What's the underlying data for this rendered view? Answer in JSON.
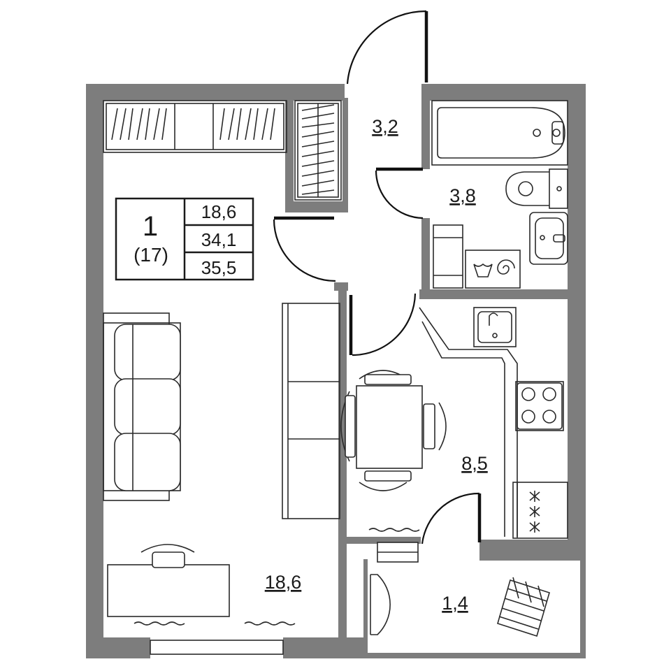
{
  "plan": {
    "summary": {
      "room_count": "1",
      "room_count_sub": "(17)",
      "living_area": "18,6",
      "total_area": "34,1",
      "total_area_with_balcony": "35,5"
    },
    "rooms": [
      {
        "id": "living",
        "area": "18,6"
      },
      {
        "id": "hall",
        "area": "3,2"
      },
      {
        "id": "bathroom",
        "area": "3,8"
      },
      {
        "id": "kitchen",
        "area": "8,5"
      },
      {
        "id": "balcony",
        "area": "1,4"
      }
    ],
    "colors": {
      "wall": "#7d7d7d",
      "line": "#2a2a2a",
      "background": "#ffffff"
    }
  }
}
